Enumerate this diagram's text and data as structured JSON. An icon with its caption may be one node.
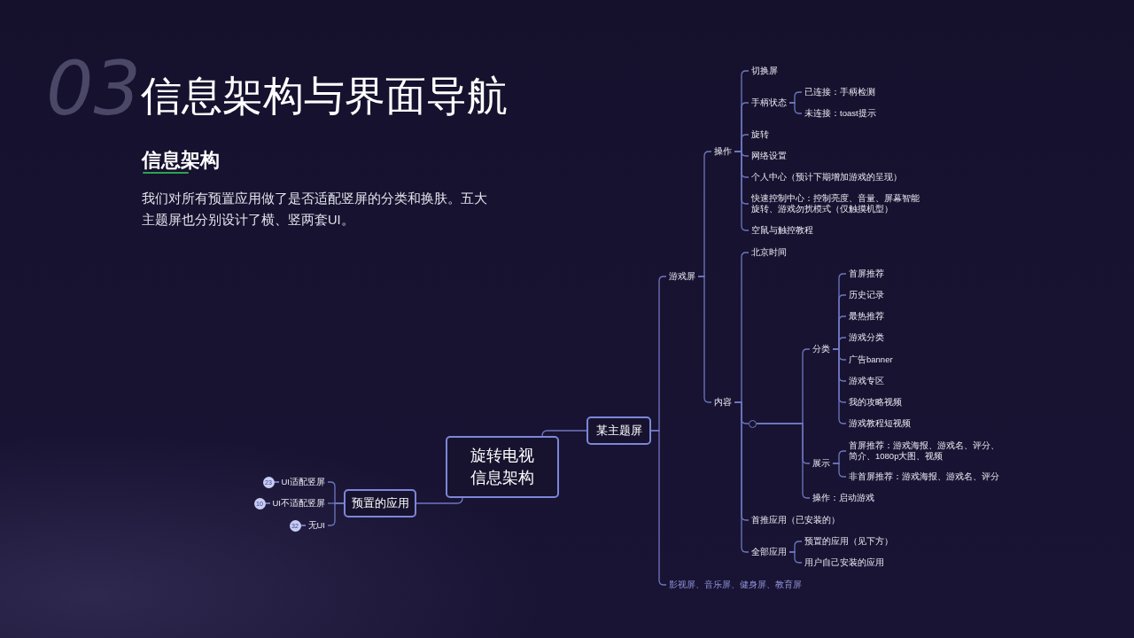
{
  "diagram": {
    "title": "信息架构与界面导航",
    "nodes": [
      {
        "text": [
          "旋转电视信息架构"
        ]
      },
      {
        "text": [
          "某主题屏"
        ]
      },
      {
        "text": [
          "游戏屏"
        ]
      },
      {
        "text": [
          "操作"
        ]
      },
      {
        "text": [
          "切换屏"
        ]
      },
      {
        "text": [
          "手柄状态"
        ]
      },
      {
        "text": [
          "已连接：手柄检测"
        ]
      },
      {
        "text": [
          "未连接：toast提示"
        ]
      },
      {
        "text": [
          "旋转"
        ]
      },
      {
        "text": [
          "网络设置"
        ]
      },
      {
        "text": [
          "个人中心（预计下期增加游戏的呈现）"
        ]
      },
      {
        "text": [
          "快速控制中心：控制亮度、音量、屏幕智能旋转、游戏勿扰模式（仅触摸机型）"
        ]
      },
      {
        "text": [
          "空鼠与触控教程"
        ]
      },
      {
        "text": [
          "内容"
        ]
      },
      {
        "text": [
          "北京时间"
        ]
      },
      {
        "text": [],
        "shape": "circle"
      },
      {
        "text": [
          "分类"
        ]
      },
      {
        "text": [
          "首屏推荐"
        ]
      },
      {
        "text": [
          "历史记录"
        ]
      },
      {
        "text": [
          "最热推荐"
        ]
      },
      {
        "text": [
          "游戏分类"
        ]
      },
      {
        "text": [
          "广告banner"
        ]
      },
      {
        "text": [
          "游戏专区"
        ]
      },
      {
        "text": [
          "我的攻略视频"
        ]
      },
      {
        "text": [
          "游戏教程短视频"
        ]
      },
      {
        "text": [
          "展示"
        ]
      },
      {
        "text": [
          "首屏推荐：游戏海报、游戏名、评分、简介、1080p大图、视频"
        ]
      },
      {
        "text": [
          "非首屏推荐：游戏海报、游戏名、评分"
        ]
      },
      {
        "text": [
          "操作：启动游戏"
        ]
      },
      {
        "text": [
          "首推应用（已安装的）"
        ]
      },
      {
        "text": [
          "全部应用"
        ]
      },
      {
        "text": [
          "预置的应用（见下方）"
        ]
      },
      {
        "text": [
          "用户自己安装的应用"
        ]
      },
      {
        "text": [
          "影视屏、音乐屏、健身屏、教育屏"
        ]
      },
      {
        "text": [
          "预置的应用"
        ]
      },
      {
        "text": [
          "UI适配竖屏"
        ],
        "beside": [
          "23"
        ]
      },
      {
        "text": [
          "UI不适配竖屏"
        ],
        "beside": [
          "10"
        ]
      },
      {
        "text": [
          "无UI"
        ],
        "beside": [
          "32"
        ]
      }
    ],
    "edges": [
      {
        "from": 0,
        "to": 1,
        "arrow": "none"
      },
      {
        "from": 1,
        "to": 2,
        "arrow": "none"
      },
      {
        "from": 2,
        "to": 3,
        "arrow": "none"
      },
      {
        "from": 3,
        "to": 4,
        "arrow": "none"
      },
      {
        "from": 3,
        "to": 5,
        "arrow": "none"
      },
      {
        "from": 5,
        "to": 6,
        "arrow": "none"
      },
      {
        "from": 5,
        "to": 7,
        "arrow": "none"
      },
      {
        "from": 3,
        "to": 8,
        "arrow": "none"
      },
      {
        "from": 3,
        "to": 9,
        "arrow": "none"
      },
      {
        "from": 3,
        "to": 10,
        "arrow": "none"
      },
      {
        "from": 3,
        "to": 11,
        "arrow": "none"
      },
      {
        "from": 3,
        "to": 12,
        "arrow": "none"
      },
      {
        "from": 2,
        "to": 13,
        "arrow": "none"
      },
      {
        "from": 13,
        "to": 14,
        "arrow": "none"
      },
      {
        "from": 13,
        "to": 15,
        "arrow": "none"
      },
      {
        "from": 15,
        "to": 16,
        "arrow": "none"
      },
      {
        "from": 16,
        "to": 17,
        "arrow": "none"
      },
      {
        "from": 16,
        "to": 18,
        "arrow": "none"
      },
      {
        "from": 16,
        "to": 19,
        "arrow": "none"
      },
      {
        "from": 16,
        "to": 20,
        "arrow": "none"
      },
      {
        "from": 16,
        "to": 21,
        "arrow": "none"
      },
      {
        "from": 16,
        "to": 22,
        "arrow": "none"
      },
      {
        "from": 16,
        "to": 23,
        "arrow": "none"
      },
      {
        "from": 16,
        "to": 24,
        "arrow": "none"
      },
      {
        "from": 15,
        "to": 25,
        "arrow": "none"
      },
      {
        "from": 25,
        "to": 26,
        "arrow": "none"
      },
      {
        "from": 25,
        "to": 27,
        "arrow": "none"
      },
      {
        "from": 15,
        "to": 28,
        "arrow": "none"
      },
      {
        "from": 13,
        "to": 29,
        "arrow": "none"
      },
      {
        "from": 13,
        "to": 30,
        "arrow": "none"
      },
      {
        "from": 30,
        "to": 31,
        "arrow": "none"
      },
      {
        "from": 30,
        "to": 32,
        "arrow": "none"
      },
      {
        "from": 1,
        "to": 33,
        "arrow": "none"
      },
      {
        "from": 0,
        "to": 34,
        "arrow": "none"
      },
      {
        "from": 34,
        "to": 35,
        "arrow": "none"
      },
      {
        "from": 34,
        "to": 36,
        "arrow": "none"
      },
      {
        "from": 34,
        "to": 37,
        "arrow": "none"
      }
    ],
    "labels": [
      "03",
      "信息架构",
      "我们对所有预置应用做了是否适配竖屏的分类和换肤。五大主题屏也分别设计了横、竖两套UI。"
    ]
  }
}
